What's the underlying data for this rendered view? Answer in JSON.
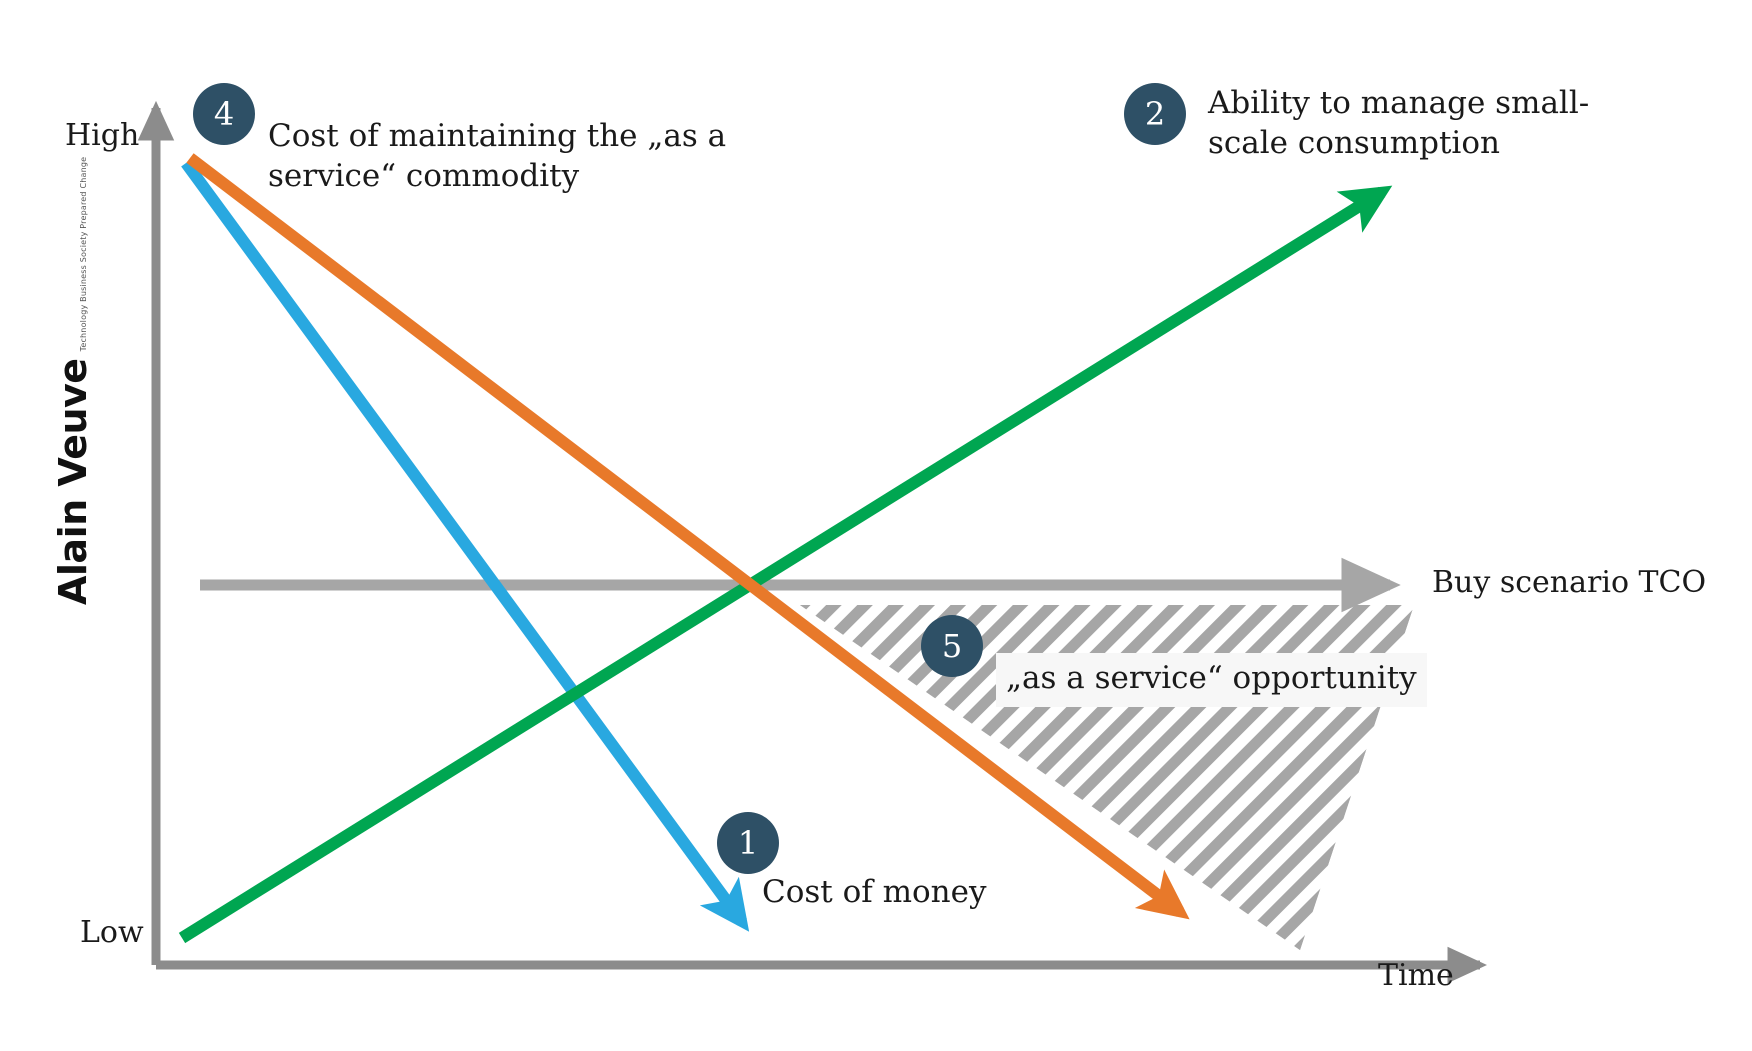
{
  "chart_data": {
    "type": "line",
    "title": "",
    "xlabel": "Time",
    "ylabel": "",
    "y_tick_labels": [
      "High",
      "Low"
    ],
    "ylim": [
      0,
      1
    ],
    "grid": false,
    "legend": "none",
    "series": [
      {
        "name": "Cost of money",
        "color": "#29a8e0",
        "badge": "1",
        "direction": "decreasing",
        "x": [
          0,
          1
        ],
        "values": [
          1.0,
          0.0
        ],
        "label": "Cost of money"
      },
      {
        "name": "Ability to manage small-scale consumption",
        "color": "#00a651",
        "badge": "2",
        "direction": "increasing",
        "x": [
          0,
          1
        ],
        "values": [
          0.0,
          1.0
        ],
        "label": "Ability to manage small-scale consumption"
      },
      {
        "name": "Buy scenario TCO",
        "color": "#a6a6a6",
        "badge": "",
        "direction": "flat",
        "x": [
          0,
          1
        ],
        "values": [
          0.5,
          0.5
        ],
        "label": "Buy scenario TCO"
      },
      {
        "name": "Cost of maintaining the „as a service“ commodity",
        "color": "#e8792a",
        "badge": "4",
        "direction": "decreasing",
        "x": [
          0,
          1
        ],
        "values": [
          1.0,
          0.02
        ],
        "label": "Cost of maintaining the „as a service“ commodity"
      }
    ],
    "regions": [
      {
        "name": "„as a service“ opportunity",
        "badge": "5",
        "fill": "diagonal-hatch",
        "color": "#a6a6a6",
        "label": "„as a service“ opportunity"
      }
    ]
  },
  "axes": {
    "y_high_label": "High",
    "y_low_label": "Low",
    "x_label": "Time",
    "axis_color": "#8c8c8c"
  },
  "annotations": [
    {
      "id": "4",
      "badge": "4",
      "text": "Cost of maintaining the „as a\nservice“ commodity",
      "badge_color": "#2e5066"
    },
    {
      "id": "2",
      "badge": "2",
      "text": "Ability to manage small-\nscale consumption",
      "badge_color": "#2e5066"
    },
    {
      "id": "1",
      "badge": "1",
      "text": "Cost of money",
      "badge_color": "#2e5066"
    },
    {
      "id": "5",
      "badge": "5",
      "text": "„as a service“ opportunity",
      "badge_color": "#2e5066"
    }
  ],
  "tco_label": "Buy scenario TCO",
  "watermark": {
    "main": "Alain Veuve",
    "sub": "Technology Business Society Prepared Change"
  },
  "colors": {
    "badge": "#2e5066",
    "blue_line": "#29a8e0",
    "green_line": "#00a651",
    "orange_line": "#e8792a",
    "gray_line": "#a6a6a6",
    "axis": "#8c8c8c",
    "hatch": "#a6a6a6",
    "background": "#ffffff"
  }
}
